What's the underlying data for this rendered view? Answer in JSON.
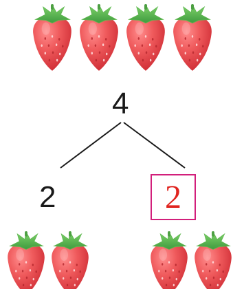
{
  "number_bond": {
    "total": "4",
    "left_part": "2",
    "right_part_answer": "2"
  },
  "groups": {
    "top_strawberry_count": 4,
    "bottom_left_strawberry_count": 2,
    "bottom_right_strawberry_count": 2
  },
  "colors": {
    "strawberry": "#e94b4f",
    "leaf": "#5fb84f",
    "answer_text": "#e0241f",
    "answer_box": "#d21f7b",
    "line": "#1a1a1a"
  },
  "icons": {
    "fruit": "strawberry-icon"
  }
}
